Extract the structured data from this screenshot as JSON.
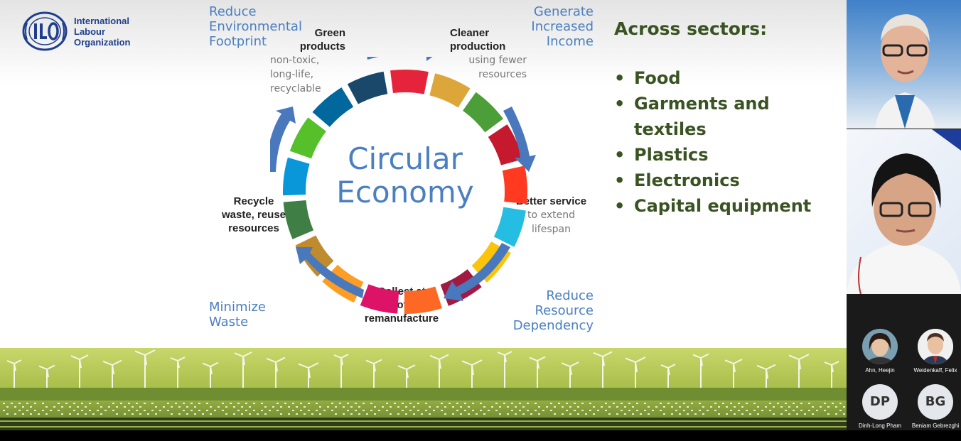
{
  "slide": {
    "logo": {
      "line1": "International",
      "line2": "Labour",
      "line3": "Organization"
    },
    "corner_labels": {
      "top_left": [
        "Reduce",
        "Environmental",
        "Footprint"
      ],
      "top_right": [
        "Generate",
        "Increased",
        "Income"
      ],
      "bottom_left": [
        "Minimize",
        "Waste"
      ],
      "bottom_right": [
        "Reduce",
        "Resource",
        "Dependency"
      ]
    },
    "steps": {
      "green_products": {
        "title": [
          "Green",
          "products"
        ],
        "sub": [
          "non-toxic,",
          "long-life,",
          "recyclable"
        ]
      },
      "cleaner_production": {
        "title": [
          "Cleaner",
          "production"
        ],
        "sub": [
          "using fewer",
          "resources"
        ]
      },
      "better_service": {
        "title": [
          "Better service"
        ],
        "sub": [
          "to extend",
          "lifespan"
        ]
      },
      "collect": {
        "title": [
          "Collect at",
          "end-of-life,",
          "remanufacture"
        ]
      },
      "recycle": {
        "title": [
          "Recycle",
          "waste, reuse",
          "resources"
        ]
      }
    },
    "center_title": [
      "Circular",
      "Economy"
    ],
    "ring_colors": [
      "#e5243b",
      "#dda63a",
      "#4c9f38",
      "#c5192d",
      "#ff3a21",
      "#26bde2",
      "#fcc30b",
      "#a21942",
      "#fd6925",
      "#dd1367",
      "#fd9d24",
      "#bf8b2e",
      "#3f7e44",
      "#0a97d9",
      "#56c02b",
      "#00689d",
      "#19486a"
    ],
    "sectors": {
      "title": "Across sectors:",
      "items": [
        "Food",
        "Garments and",
        "textiles",
        "Plastics",
        "Electronics",
        "Capital equipment"
      ]
    }
  },
  "participants": {
    "tiles": [
      {
        "name": "Ahn, Heejin",
        "initials": ""
      },
      {
        "name": "Weidenkaff, Felix",
        "initials": ""
      },
      {
        "name": "Dinh-Long Pham",
        "initials": "DP"
      },
      {
        "name": "Beniam Gebrezghi",
        "initials": "BG"
      }
    ]
  }
}
